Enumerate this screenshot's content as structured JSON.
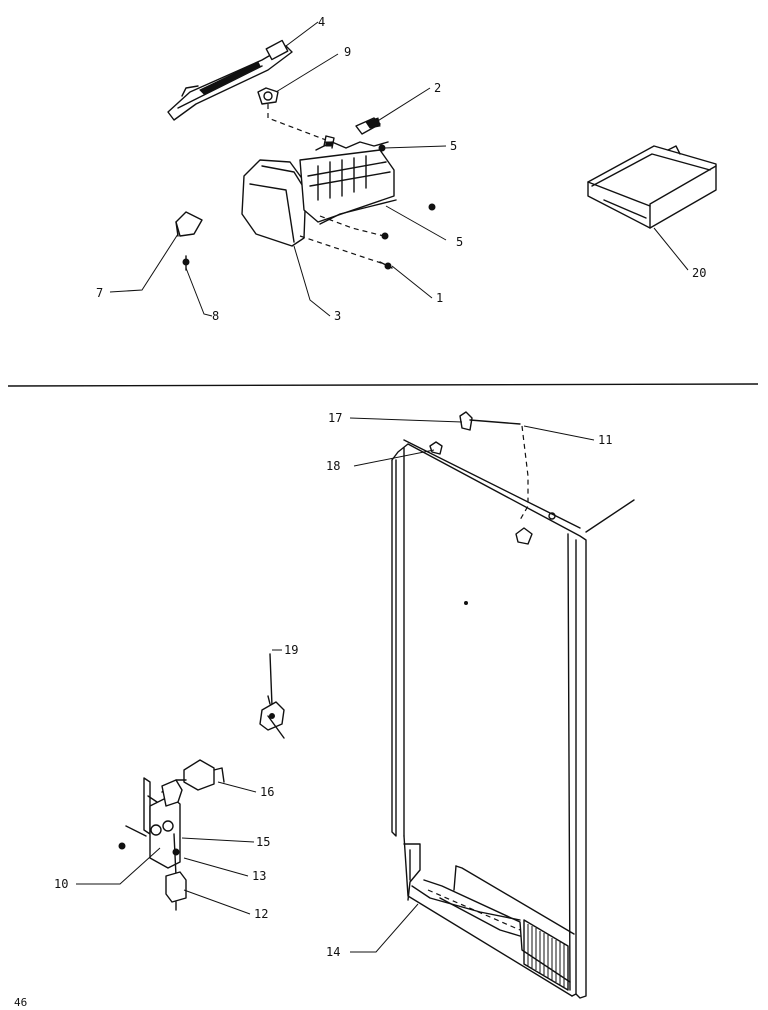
{
  "diagram": {
    "page_number": "46",
    "callouts": {
      "c1": "1",
      "c2": "2",
      "c3": "3",
      "c4": "4",
      "c5a": "5",
      "c5b": "5",
      "c7": "7",
      "c8": "8",
      "c9": "9",
      "c10": "10",
      "c11": "11",
      "c12": "12",
      "c13": "13",
      "c14": "14",
      "c15": "15",
      "c16": "16",
      "c17": "17",
      "c18": "18",
      "c19": "19",
      "c20": "20"
    }
  }
}
